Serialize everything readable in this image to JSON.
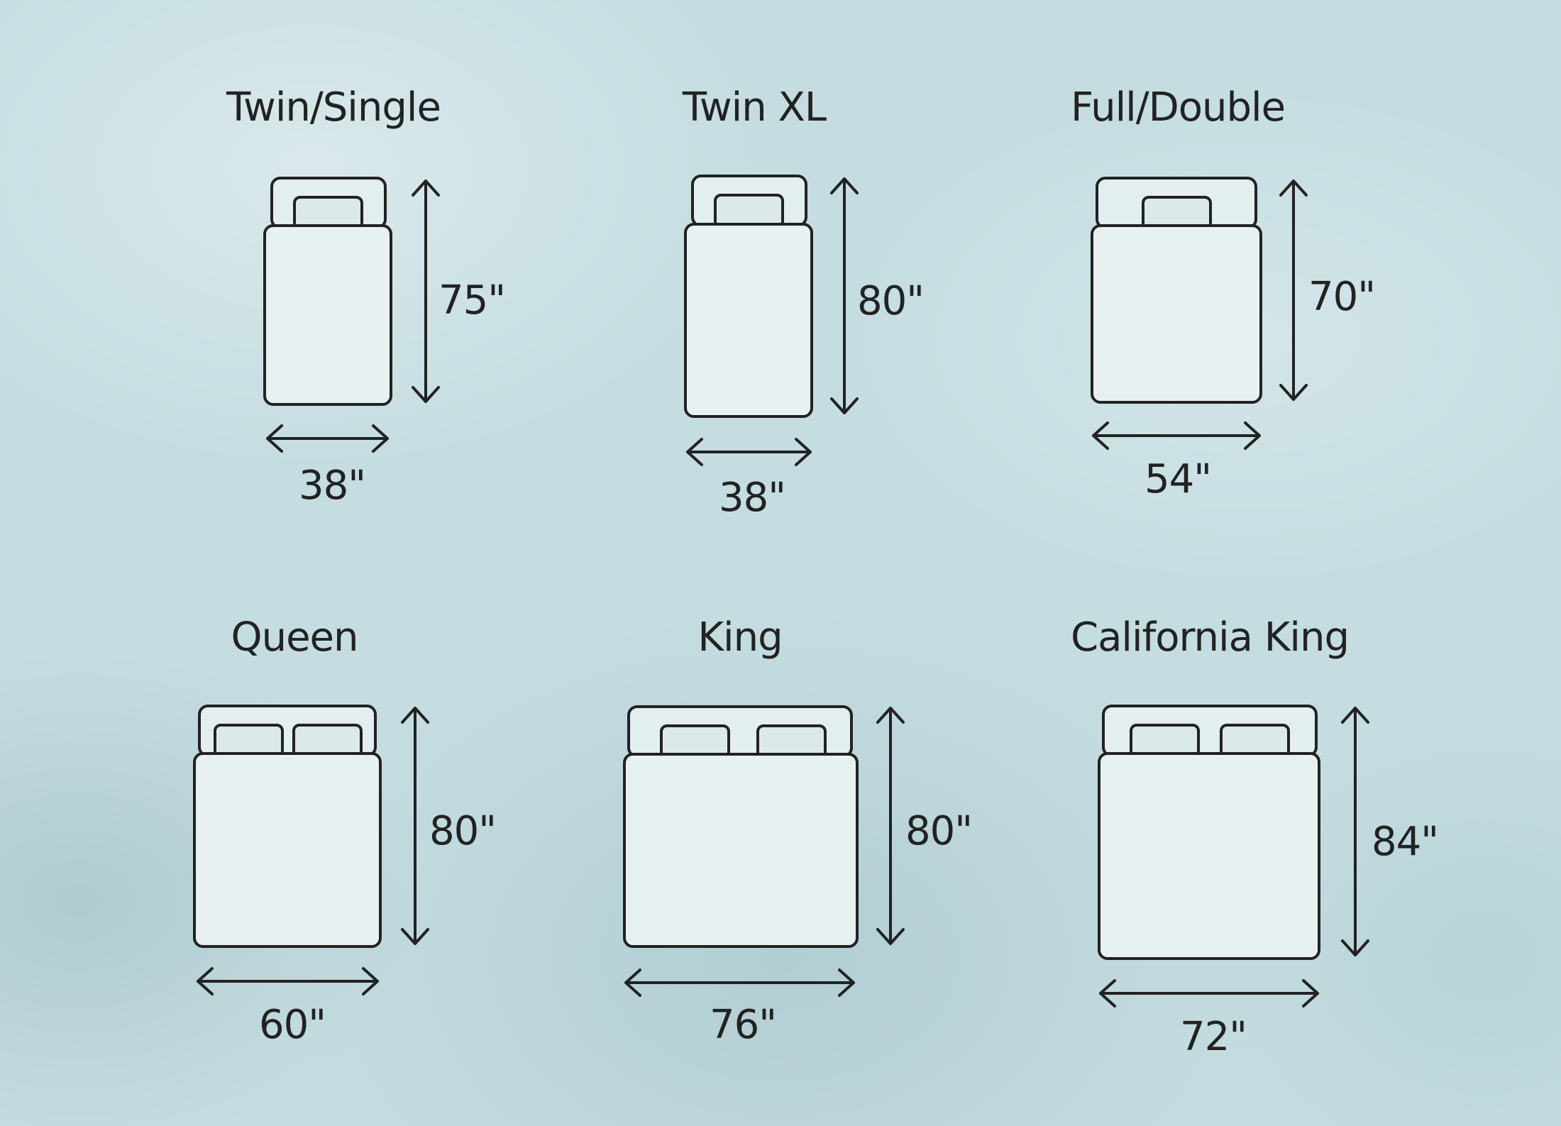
{
  "beds": [
    {
      "id": "twin-single",
      "title": "Twin/Single",
      "width_label": "38\"",
      "length_label": "75\"",
      "pillows": 1
    },
    {
      "id": "twin-xl",
      "title": "Twin XL",
      "width_label": "38\"",
      "length_label": "80\"",
      "pillows": 1
    },
    {
      "id": "full-double",
      "title": "Full/Double",
      "width_label": "54\"",
      "length_label": "70\"",
      "pillows": 1
    },
    {
      "id": "queen",
      "title": "Queen",
      "width_label": "60\"",
      "length_label": "80\"",
      "pillows": 2
    },
    {
      "id": "king",
      "title": "King",
      "width_label": "76\"",
      "length_label": "80\"",
      "pillows": 2
    },
    {
      "id": "california-king",
      "title": "California King",
      "width_label": "72\"",
      "length_label": "84\"",
      "pillows": 2
    }
  ],
  "colors": {
    "background": "#c5dde1",
    "ink": "#222222",
    "bed_fill": "#e8f1f2"
  }
}
